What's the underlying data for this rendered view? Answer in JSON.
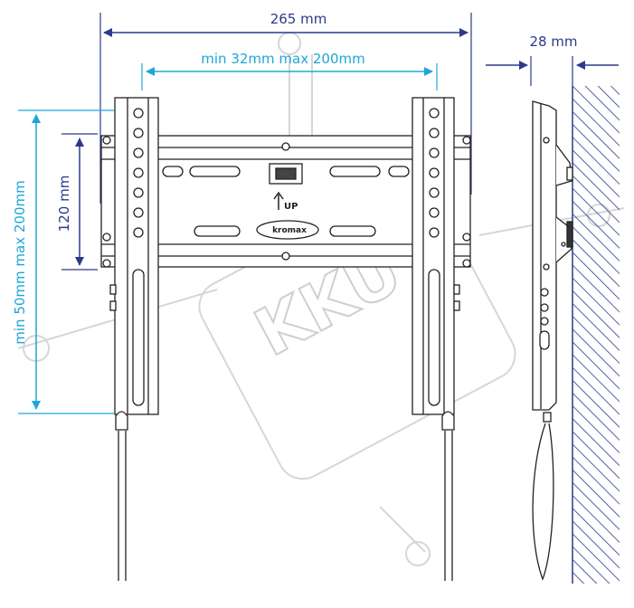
{
  "dimensions": {
    "overall_width": "265 mm",
    "horizontal_range": "min 32mm max 200mm",
    "profile_depth": "28 mm",
    "bracket_height": "120 mm",
    "vertical_range": "min 50mm max 200mm"
  },
  "bracket": {
    "up_label": "UP",
    "brand_name": "kromax"
  },
  "watermark": {
    "text": "KKU"
  },
  "colors": {
    "dim_dark": "#2b3a8c",
    "dim_light": "#1ea6d9",
    "line": "#222222",
    "hatch": "#2b3a8c",
    "watermark": "#d9d9d9"
  }
}
